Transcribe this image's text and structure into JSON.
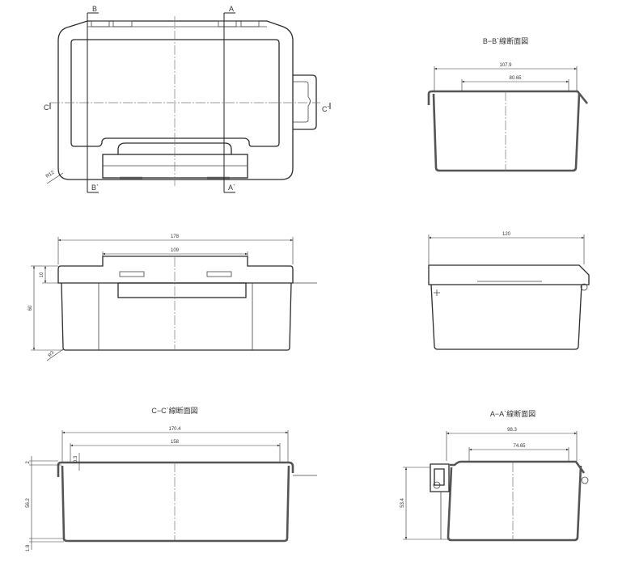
{
  "top_view": {
    "section_labels": {
      "b": "B",
      "b_prime": "B`",
      "a": "A",
      "a_prime": "A`",
      "c": "C",
      "c_prime": "C`"
    },
    "radius": "R12"
  },
  "section_bb": {
    "title": "B−B`線断面図",
    "outer_width": "107.9",
    "inner_width": "80.65"
  },
  "front_view": {
    "overall_width": "178",
    "latch_width": "109",
    "lid_height": "10",
    "total_height": "60",
    "radius": "R3"
  },
  "side_view": {
    "overall_width": "120"
  },
  "section_cc": {
    "title": "C−C`線断面図",
    "outer_width": "170.4",
    "inner_width": "158",
    "wall": "0.3",
    "top": "2",
    "depth": "56.2",
    "bottom": "1.8"
  },
  "section_aa": {
    "title": "A−A`線断面図",
    "outer_width": "98.3",
    "inner_width": "74.65",
    "depth": "53.4"
  }
}
